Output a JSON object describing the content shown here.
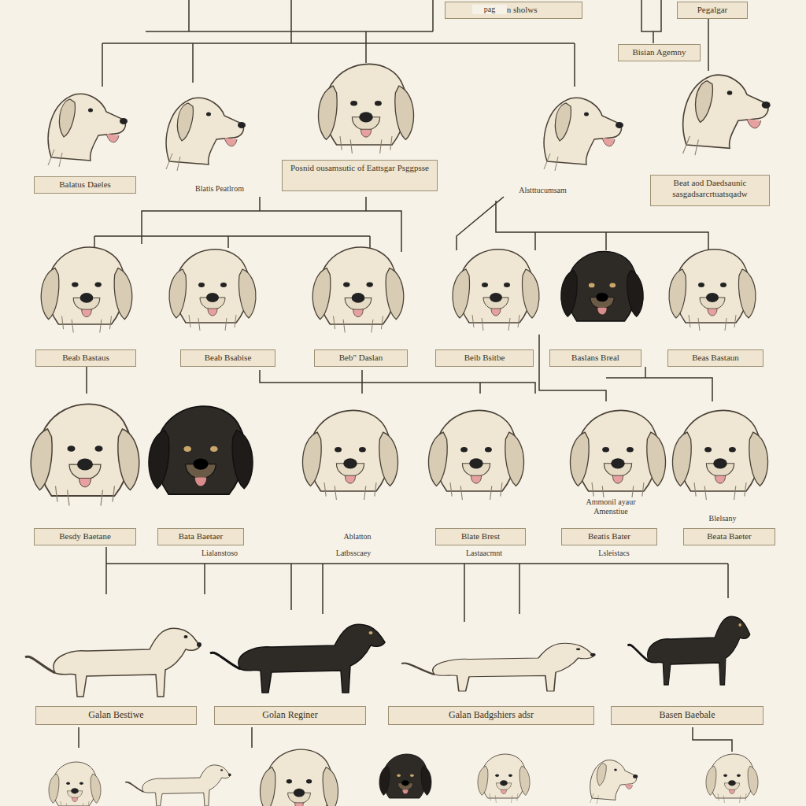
{
  "diagram": {
    "nodes": [
      {
        "text": [
          "Gulan sholws"
        ]
      },
      {
        "text": [
          "Pegalgar"
        ]
      },
      {
        "text": [
          "Bisian Agemny"
        ]
      },
      {
        "text": [
          "Balatus Daeles"
        ]
      },
      {
        "text": [
          "Posnid ousamsutic of Eattsgar Psggpsse"
        ]
      },
      {
        "text": [
          "Beat aod Daedsaunic sasgadsarcrtuatsqadw"
        ]
      },
      {
        "text": [
          "Beab Bastaus"
        ]
      },
      {
        "text": [
          "Beab Bsabise"
        ]
      },
      {
        "text": [
          "Beb\" Daslan"
        ]
      },
      {
        "text": [
          "Beib Bsitbe"
        ]
      },
      {
        "text": [
          "Baslans Breal"
        ]
      },
      {
        "text": [
          "Beas Bastaun"
        ]
      },
      {
        "text": [
          "Besdy Baetane"
        ]
      },
      {
        "text": [
          "Bata Baetaer"
        ]
      },
      {
        "text": [
          "Blate Brest"
        ]
      },
      {
        "text": [
          "Beatis Bater"
        ]
      },
      {
        "text": [
          "Beata Baeter"
        ]
      },
      {
        "text": [
          "Galan Bestiwe"
        ]
      },
      {
        "text": [
          "Golan Reginer"
        ]
      },
      {
        "text": [
          "Galan Badgshiers adsr"
        ]
      },
      {
        "text": [
          "Basen Baebale"
        ]
      }
    ],
    "labels": [
      "pag",
      "Blatis Peatlrom",
      "Alstttucumsam",
      "Ablatton",
      "Lialanstoso",
      "Latbsscaey",
      "Lastaacmnt",
      "Ammonil ayaur Amenstiue",
      "Lsleistacs",
      "Blelsany"
    ]
  }
}
